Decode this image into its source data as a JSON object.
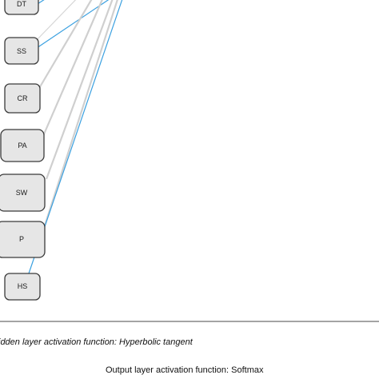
{
  "nodes": [
    {
      "id": "DT",
      "label": "DT"
    },
    {
      "id": "SS",
      "label": "SS"
    },
    {
      "id": "CR",
      "label": "CR"
    },
    {
      "id": "PA",
      "label": "PA"
    },
    {
      "id": "SW",
      "label": "SW"
    },
    {
      "id": "P",
      "label": "P"
    },
    {
      "id": "HS",
      "label": "HS"
    }
  ],
  "captions": {
    "hidden_activation": "idden layer activation function: Hyperbolic tangent",
    "output_activation": "Output layer activation function: Softmax"
  },
  "colors": {
    "connection_gray": "#cfcfcf",
    "connection_blue": "#3aa0e0",
    "node_fill": "#e6e6e6",
    "node_stroke": "#3a3a3a"
  }
}
